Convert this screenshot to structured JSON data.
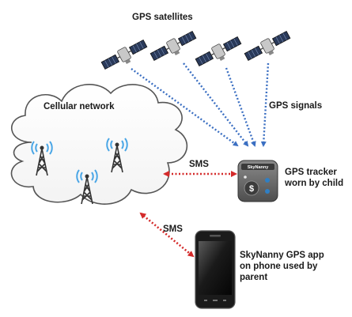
{
  "labels": {
    "gps_satellites": "GPS satellites",
    "cellular_network": "Cellular network",
    "gps_signals": "GPS signals",
    "sms_top": "SMS",
    "sms_bottom": "SMS",
    "tracker_line1": "GPS tracker",
    "tracker_line2": "worn by child",
    "app_line1": "SkyNanny GPS app",
    "app_line2": "on phone used by",
    "app_line3": "parent",
    "tracker_brand": "SkyNanny"
  },
  "colors": {
    "gps_signal_arrow": "#3b6fc2",
    "sms_arrow": "#d42a2a",
    "satellite_panel": "#2a3a5a",
    "tower_wave": "#4aa6e6",
    "tracker_body": "#6e6e6e",
    "tracker_button": "#2f7fc4"
  },
  "icons": [
    "satellite-icon",
    "cell-tower-icon",
    "gps-tracker-icon",
    "smartphone-icon",
    "cloud-icon"
  ]
}
